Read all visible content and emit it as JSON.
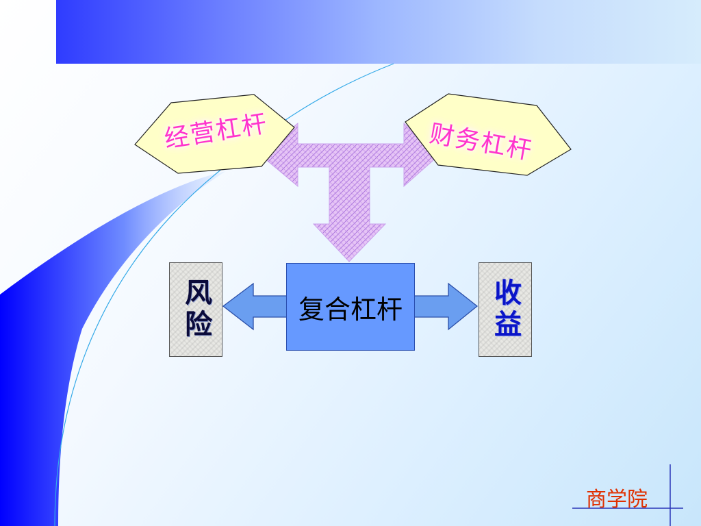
{
  "diagram": {
    "top_left_label": "经营杠杆",
    "top_right_label": "财务杠杆",
    "center_label": "复合杠杆",
    "left_label": "风险",
    "right_label": "收益"
  },
  "footer": {
    "label": "商学院"
  },
  "colors": {
    "hexagon_fill": "#ffffc8",
    "hex_text": "#ff33cc",
    "center_box": "#6699ff",
    "arrow_fill": "#6a9ef0",
    "t_arrow": "#d8a8f0",
    "footer_text": "#e03000",
    "top_bar_start": "#2f3cff",
    "left_swoosh": "#0000ff"
  }
}
